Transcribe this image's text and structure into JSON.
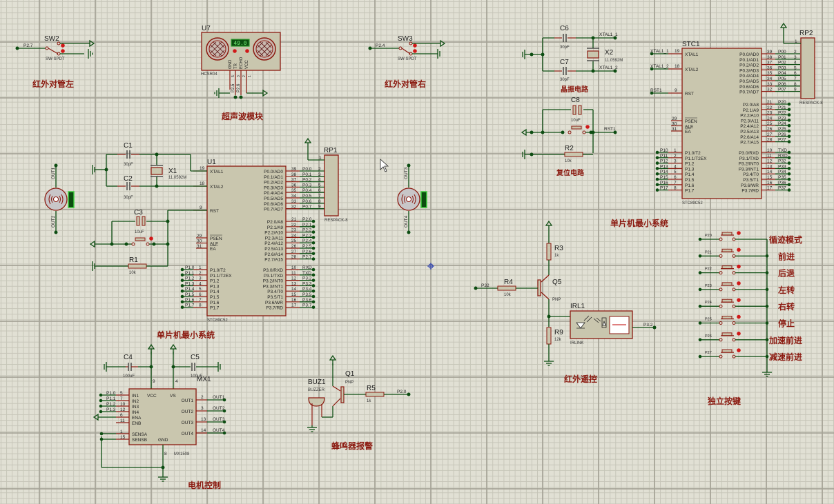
{
  "app": "Proteus ISIS schematic",
  "sections": {
    "ir_left": "红外对管左",
    "ultrasonic": "超声波模块",
    "ir_right": "红外对管右",
    "crystal": "晶振电路",
    "reset": "复位电路",
    "mcu_min_1": "单片机最小系统",
    "mcu_min_2": "单片机最小系统",
    "motor": "电机控制",
    "buzzer": "蜂鸣器报警",
    "ir_remote": "红外遥控",
    "keys": "独立按键"
  },
  "sw2": {
    "ref": "SW2",
    "type": "SW-SPDT",
    "net": "P2.7"
  },
  "sw3": {
    "ref": "SW3",
    "type": "SW-SPDT",
    "net": "P2.4"
  },
  "u7": {
    "ref": "U7",
    "type": "HCSR04",
    "display": "49.0",
    "pins": [
      "GND",
      "TR",
      "ECHO",
      "VCC"
    ],
    "pin_nums": [
      "5",
      "3",
      "2",
      "1"
    ],
    "nets": [
      "P2.5",
      "P2.6"
    ]
  },
  "u1": {
    "ref": "U1",
    "type": "STC89C52",
    "left_pins": [
      {
        "num": "19",
        "name": "XTAL1"
      },
      {
        "num": "18",
        "name": "XTAL2"
      },
      {
        "num": "9",
        "name": "RST"
      },
      {
        "num": "29",
        "name": "PSEN"
      },
      {
        "num": "30",
        "name": "ALE"
      },
      {
        "num": "31",
        "name": "EA"
      }
    ],
    "p1_pins": [
      {
        "num": "1",
        "name": "P1.0/T2",
        "net": "P1.0"
      },
      {
        "num": "2",
        "name": "P1.1/T2EX",
        "net": "P1.1"
      },
      {
        "num": "3",
        "name": "P1.2",
        "net": "P1.2"
      },
      {
        "num": "4",
        "name": "P1.3",
        "net": "P1.3"
      },
      {
        "num": "5",
        "name": "P1.4",
        "net": "P1.4"
      },
      {
        "num": "6",
        "name": "P1.5",
        "net": "P1.5"
      },
      {
        "num": "7",
        "name": "P1.6",
        "net": "P1.6"
      },
      {
        "num": "8",
        "name": "P1.7",
        "net": "P1.7"
      }
    ],
    "p0_pins": [
      {
        "num": "39",
        "name": "P0.0/AD0",
        "net": "P0.0"
      },
      {
        "num": "38",
        "name": "P0.1/AD1",
        "net": "P0.1"
      },
      {
        "num": "37",
        "name": "P0.2/AD2",
        "net": "P0.2"
      },
      {
        "num": "36",
        "name": "P0.3/AD3",
        "net": "P0.3"
      },
      {
        "num": "35",
        "name": "P0.4/AD4",
        "net": "P0.4"
      },
      {
        "num": "34",
        "name": "P0.5/AD5",
        "net": "P0.5"
      },
      {
        "num": "33",
        "name": "P0.6/AD6",
        "net": "P0.6"
      },
      {
        "num": "32",
        "name": "P0.7/AD7",
        "net": "P0.7"
      }
    ],
    "p2_pins": [
      {
        "num": "21",
        "name": "P2.0/A8",
        "net": "P2.0"
      },
      {
        "num": "22",
        "name": "P2.1/A9",
        "net": "P2.1"
      },
      {
        "num": "23",
        "name": "P2.2/A10",
        "net": "P2.2"
      },
      {
        "num": "24",
        "name": "P2.3/A11",
        "net": "P2.3"
      },
      {
        "num": "25",
        "name": "P2.4/A12",
        "net": "P2.4"
      },
      {
        "num": "26",
        "name": "P2.5/A13",
        "net": "P2.5"
      },
      {
        "num": "27",
        "name": "P2.6/A14",
        "net": "P2.6"
      },
      {
        "num": "28",
        "name": "P2.7/A15",
        "net": "P2.7"
      }
    ],
    "p3_pins": [
      {
        "num": "10",
        "name": "P3.0/RXD",
        "net": "RXD"
      },
      {
        "num": "11",
        "name": "P3.1/TXD",
        "net": "TXD"
      },
      {
        "num": "12",
        "name": "P3.2/INT0",
        "net": "P3.2"
      },
      {
        "num": "13",
        "name": "P3.3/INT1",
        "net": "P3.3"
      },
      {
        "num": "14",
        "name": "P3.4/T0",
        "net": "P3.4"
      },
      {
        "num": "15",
        "name": "P3.5/T1",
        "net": "P3.5"
      },
      {
        "num": "16",
        "name": "P3.6/WR",
        "net": "P3.6"
      },
      {
        "num": "17",
        "name": "P3.7/RD",
        "net": "P3.7"
      }
    ]
  },
  "stc1": {
    "ref": "STC1",
    "type": "STC89C52",
    "left_nets": [
      "XTAL1_1",
      "XTAL1_2",
      "RST1"
    ],
    "p1_nets": [
      "P10",
      "P11",
      "P12",
      "P13",
      "P14",
      "P15",
      "P16",
      "P17"
    ],
    "p0_nets": [
      "P00",
      "P01",
      "P02",
      "P03",
      "P04",
      "P05",
      "P06",
      "P07"
    ],
    "p2_nets": [
      "P20",
      "P21",
      "P22",
      "P23",
      "P24",
      "P25",
      "P26",
      "P27"
    ],
    "p3_nets": [
      "TXD",
      "RXD",
      "P32",
      "P33",
      "P34",
      "P35",
      "P36",
      "P37"
    ]
  },
  "rp1": {
    "ref": "RP1",
    "type": "RESPACK-8",
    "pins": [
      "1",
      "2",
      "3",
      "4",
      "5",
      "6",
      "7",
      "8",
      "9"
    ]
  },
  "rp2": {
    "ref": "RP2",
    "type": "RESPACK-8",
    "pins": [
      "1",
      "2",
      "3",
      "4",
      "5",
      "6",
      "7",
      "8",
      "9"
    ]
  },
  "c1": {
    "ref": "C1",
    "val": "30pF"
  },
  "c2": {
    "ref": "C2",
    "val": "30pF"
  },
  "c3": {
    "ref": "C3",
    "val": "10uF"
  },
  "x1": {
    "ref": "X1",
    "val": "11.0592M"
  },
  "r1": {
    "ref": "R1",
    "val": "10k"
  },
  "c6": {
    "ref": "C6",
    "val": "30pF"
  },
  "c7": {
    "ref": "C7",
    "val": "30pF"
  },
  "c8": {
    "ref": "C8",
    "val": "10uF"
  },
  "x2": {
    "ref": "X2",
    "val": "11.0592M"
  },
  "r2": {
    "ref": "R2",
    "val": "10k"
  },
  "c4": {
    "ref": "C4",
    "val": "100uF"
  },
  "c5": {
    "ref": "C5",
    "val": "100uF"
  },
  "mx1": {
    "ref": "MX1",
    "type": "MX1508",
    "inputs": [
      {
        "net": "P1.0",
        "num": "5",
        "name": "IN1"
      },
      {
        "net": "P1.1",
        "num": "7",
        "name": "IN2"
      },
      {
        "net": "P1.2",
        "num": "10",
        "name": "IN3"
      },
      {
        "net": "P1.3",
        "num": "12",
        "name": "IN4"
      },
      {
        "net": "",
        "num": "6",
        "name": "ENA"
      },
      {
        "net": "",
        "num": "11",
        "name": "ENB"
      },
      {
        "net": "",
        "num": "1",
        "name": "SENSA"
      },
      {
        "net": "",
        "num": "15",
        "name": "SENSB"
      }
    ],
    "outputs": [
      {
        "num": "2",
        "name": "OUT1",
        "net": "OUT1"
      },
      {
        "num": "3",
        "name": "OUT2",
        "net": "OUT2"
      },
      {
        "num": "13",
        "name": "OUT3",
        "net": "OUT3"
      },
      {
        "num": "14",
        "name": "OUT4",
        "net": "OUT4"
      }
    ],
    "vcc": "VCC",
    "vs": "VS",
    "gnd": "GND",
    "vcc_num": "9",
    "vs_num": "4",
    "gnd_num": "8"
  },
  "motor_left": {
    "top": "OUT1",
    "bottom": "OUT2"
  },
  "motor_right": {
    "top": "OUT3",
    "bottom": "OUT4"
  },
  "buz1": {
    "ref": "BUZ1",
    "type": "BUZZER"
  },
  "q1": {
    "ref": "Q1",
    "type": "PNP"
  },
  "r5": {
    "ref": "R5",
    "val": "1k",
    "net": "P2.0"
  },
  "r3": {
    "ref": "R3",
    "val": "1k"
  },
  "r4": {
    "ref": "R4",
    "val": "10k",
    "net": "P32"
  },
  "q5": {
    "ref": "Q5",
    "type": "PNP"
  },
  "r9": {
    "ref": "R9",
    "val": "12k"
  },
  "irl1": {
    "ref": "IRL1",
    "type": "IRLINK",
    "net": "P3.2"
  },
  "keys": [
    {
      "net": "P20",
      "label": "循迹模式"
    },
    {
      "net": "P21",
      "label": "前进"
    },
    {
      "net": "P22",
      "label": "后退"
    },
    {
      "net": "P23",
      "label": "左转"
    },
    {
      "net": "P24",
      "label": "右转"
    },
    {
      "net": "P25",
      "label": "停止"
    },
    {
      "net": "P26",
      "label": "加速前进"
    },
    {
      "net": "P27",
      "label": "减速前进"
    }
  ]
}
